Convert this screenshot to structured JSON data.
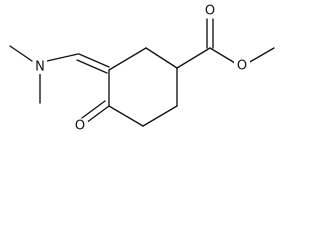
{
  "molecule": {
    "atom_labels": {
      "nitrogen": "N",
      "ketone_oxygen": "O",
      "carbonyl_oxygen": "O",
      "ester_oxygen": "O"
    }
  }
}
